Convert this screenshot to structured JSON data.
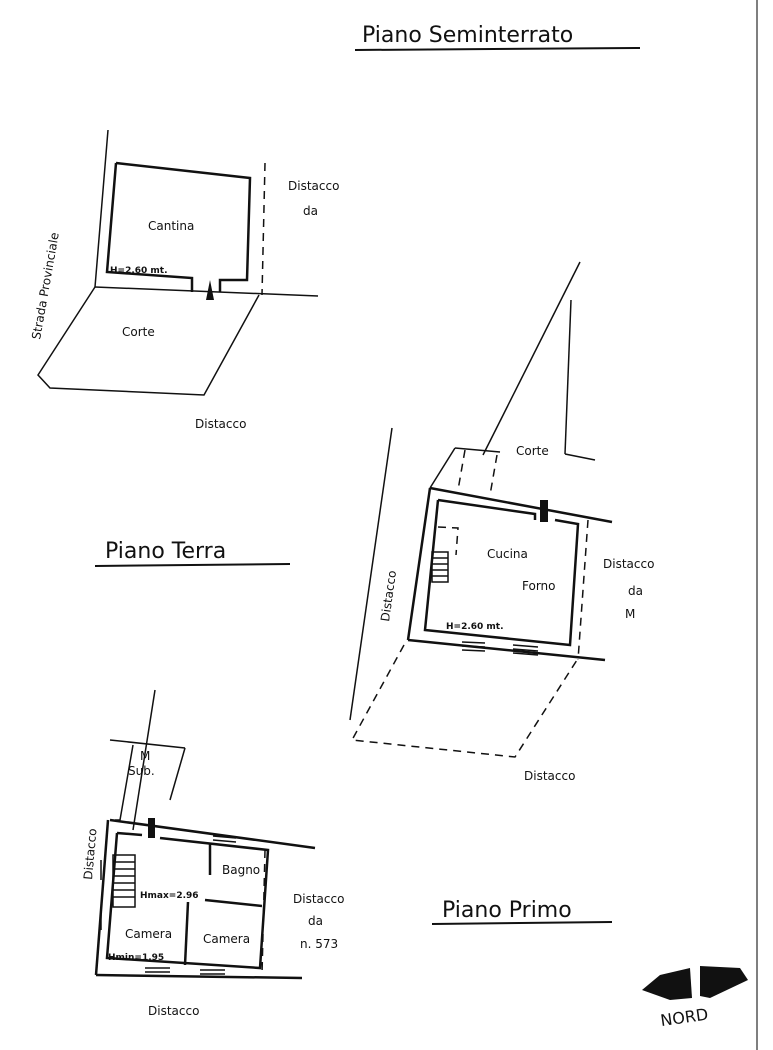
{
  "titles": {
    "basement": "Piano Seminterrato",
    "ground": "Piano Terra",
    "first": "Piano Primo"
  },
  "basement": {
    "room": "Cantina",
    "height": "H=2.60 mt.",
    "yard": "Corte",
    "road": "Strada Provinciale",
    "distance_right": "Distacco",
    "distance_right_da": "da",
    "distance_bottom": "Distacco"
  },
  "ground": {
    "room_line1": "Cucina",
    "room_line2": "Forno",
    "height": "H=2.60 mt.",
    "yard": "Corte",
    "distance_left": "Distacco",
    "distance_right": "Distacco",
    "distance_right_da": "da",
    "distance_right_ref": "M",
    "distance_bottom": "Distacco"
  },
  "first": {
    "sub_line1": "M",
    "sub_line2": "Sub.",
    "bathroom": "Bagno",
    "height_max": "Hmax=2.96",
    "room_left": "Camera",
    "room_right": "Camera",
    "height_min": "Hmin=1.95",
    "distance_left": "Distacco",
    "distance_right": "Distacco",
    "distance_right_da": "da",
    "distance_right_ref": "n. 573",
    "distance_bottom": "Distacco"
  },
  "compass": {
    "label": "NORD"
  }
}
